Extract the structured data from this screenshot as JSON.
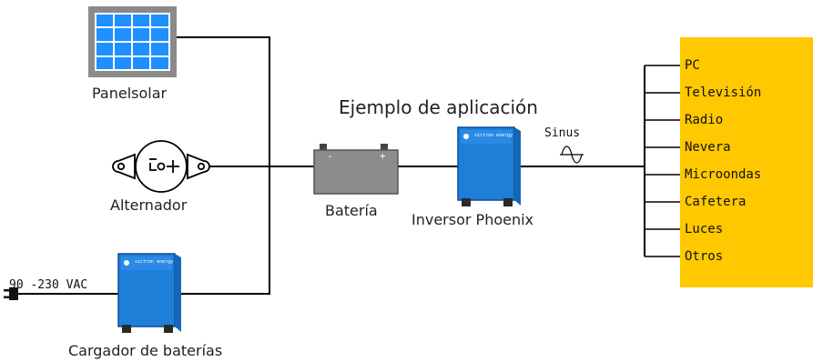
{
  "title": "Ejemplo de aplicación",
  "components": {
    "solar_panel": "Panelsolar",
    "alternator": "Alternador",
    "charger": "Cargador de baterías",
    "battery": "Batería",
    "inverter": "Inversor Phoenix"
  },
  "battery_terminals": {
    "negative": "-",
    "positive": "+"
  },
  "ac_input": "90 -230 VAC",
  "output_waveform": "Sinus",
  "brand_text": "victron energy",
  "loads": [
    "PC",
    "Televisión",
    "Radio",
    "Nevera",
    "Microondas",
    "Cafetera",
    "Luces",
    "Otros"
  ],
  "colors": {
    "panel_frame": "#8a8a8a",
    "panel_cells": "#1e90ff",
    "device_blue": "#1f7fd8",
    "battery_body": "#8c8c8c",
    "loads_background": "#ffc800",
    "wire": "#000000"
  }
}
